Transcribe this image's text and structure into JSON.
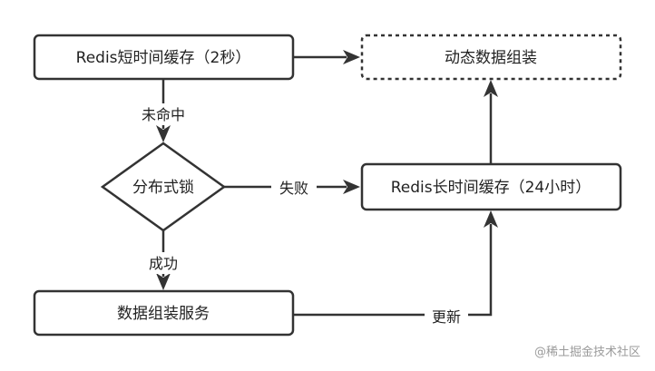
{
  "nodes": {
    "short_cache": "Redis短时间缓存（2秒）",
    "dynamic_assembly": "动态数据组装",
    "distributed_lock": "分布式锁",
    "long_cache": "Redis长时间缓存（24小时）",
    "assembly_service": "数据组装服务"
  },
  "edges": {
    "miss": "未命中",
    "fail": "失败",
    "success": "成功",
    "update": "更新"
  },
  "watermark": "@稀土掘金技术社区"
}
